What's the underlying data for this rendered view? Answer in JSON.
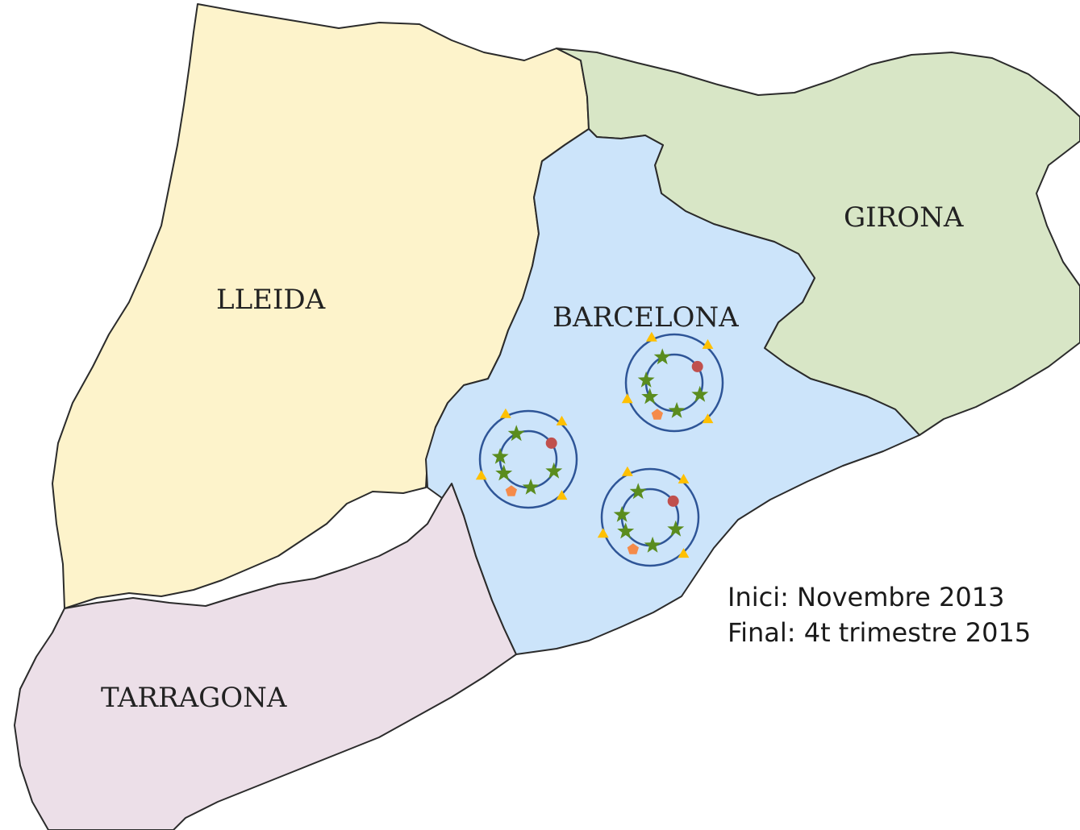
{
  "map": {
    "regions": [
      {
        "id": "lleida",
        "label": "LLEIDA",
        "color": "#fdf3cb"
      },
      {
        "id": "girona",
        "label": "GIRONA",
        "color": "#d8e6c6"
      },
      {
        "id": "barcelona",
        "label": "BARCELONA",
        "color": "#cce4fa"
      },
      {
        "id": "tarragona",
        "label": "TARRAGONA",
        "color": "#ecdfe8"
      }
    ],
    "border_color": "#2b2b2b"
  },
  "clusters": {
    "count": 3,
    "ring_color": "#2e5597",
    "markers": {
      "star": {
        "shape": "star-icon",
        "color": "#5a8c1e",
        "count_per_cluster": 5
      },
      "dot": {
        "shape": "dot-icon",
        "color": "#c0504d",
        "count_per_cluster": 1
      },
      "triangle": {
        "shape": "triangle-icon",
        "color": "#ffc000",
        "count_per_cluster": 4
      },
      "pentagon": {
        "shape": "pentagon-icon",
        "color": "#f58b4a",
        "count_per_cluster": 1
      }
    }
  },
  "timeline": {
    "start": "Inici: Novembre 2013",
    "end": "Final: 4t trimestre 2015"
  }
}
